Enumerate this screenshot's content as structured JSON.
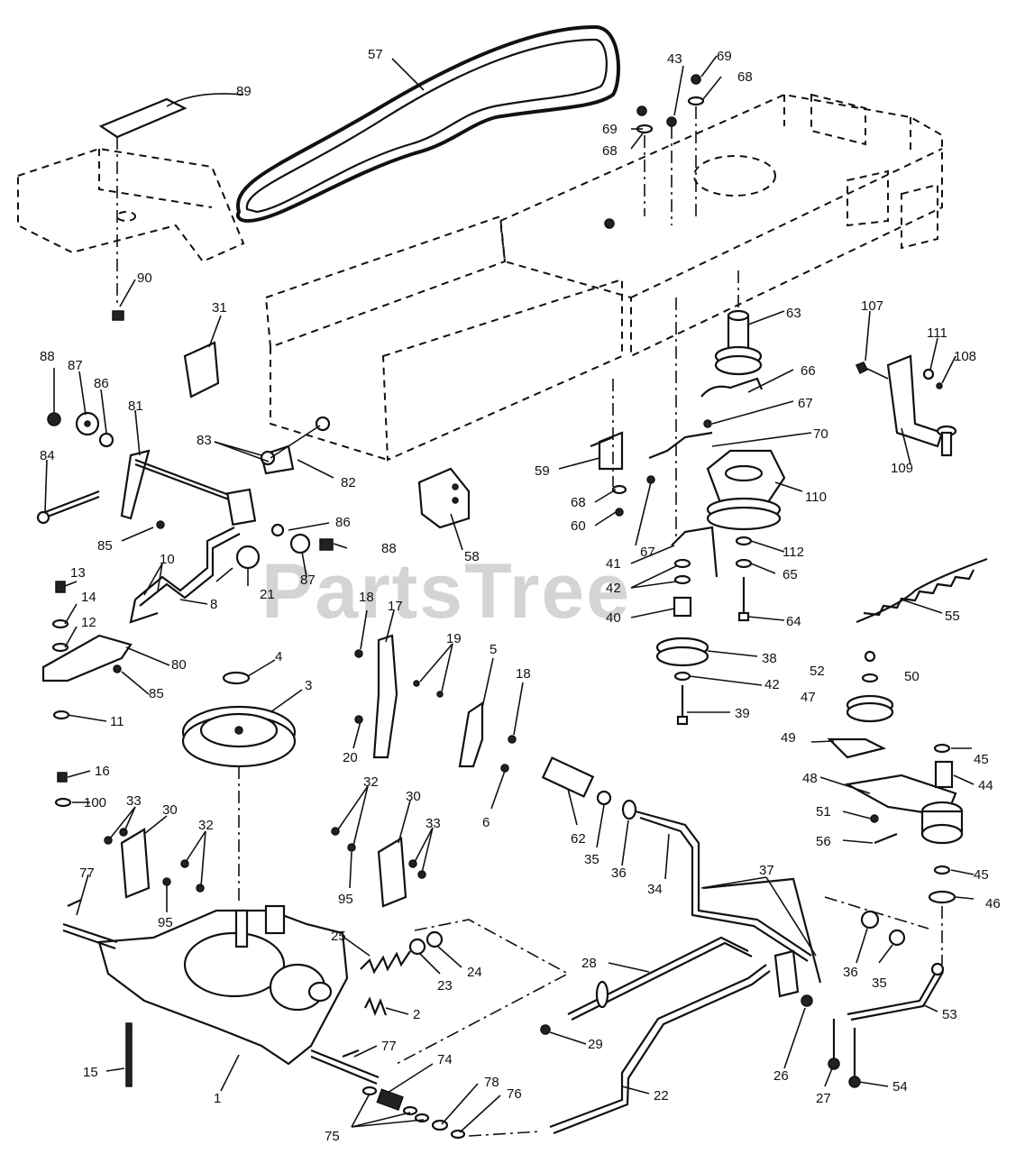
{
  "watermark": "PartsTree",
  "callouts": [
    "57",
    "89",
    "43",
    "69",
    "68",
    "69",
    "68",
    "90",
    "31",
    "63",
    "107",
    "111",
    "108",
    "66",
    "88",
    "87",
    "86",
    "81",
    "83",
    "82",
    "67",
    "70",
    "84",
    "59",
    "110",
    "109",
    "68",
    "60",
    "86",
    "88",
    "85",
    "10",
    "21",
    "87",
    "58",
    "67",
    "41",
    "112",
    "65",
    "42",
    "55",
    "40",
    "64",
    "8",
    "13",
    "14",
    "12",
    "80",
    "85",
    "11",
    "4",
    "3",
    "18",
    "17",
    "19",
    "5",
    "18",
    "38",
    "52",
    "50",
    "47",
    "42",
    "39",
    "20",
    "6",
    "16",
    "100",
    "33",
    "30",
    "32",
    "77",
    "95",
    "32",
    "30",
    "33",
    "95",
    "62",
    "35",
    "36",
    "34",
    "37",
    "49",
    "48",
    "45",
    "44",
    "51",
    "56",
    "45",
    "46",
    "25",
    "23",
    "24",
    "2",
    "28",
    "36",
    "35",
    "53",
    "77",
    "74",
    "78",
    "76",
    "75",
    "1",
    "15",
    "29",
    "22",
    "26",
    "27",
    "54"
  ]
}
